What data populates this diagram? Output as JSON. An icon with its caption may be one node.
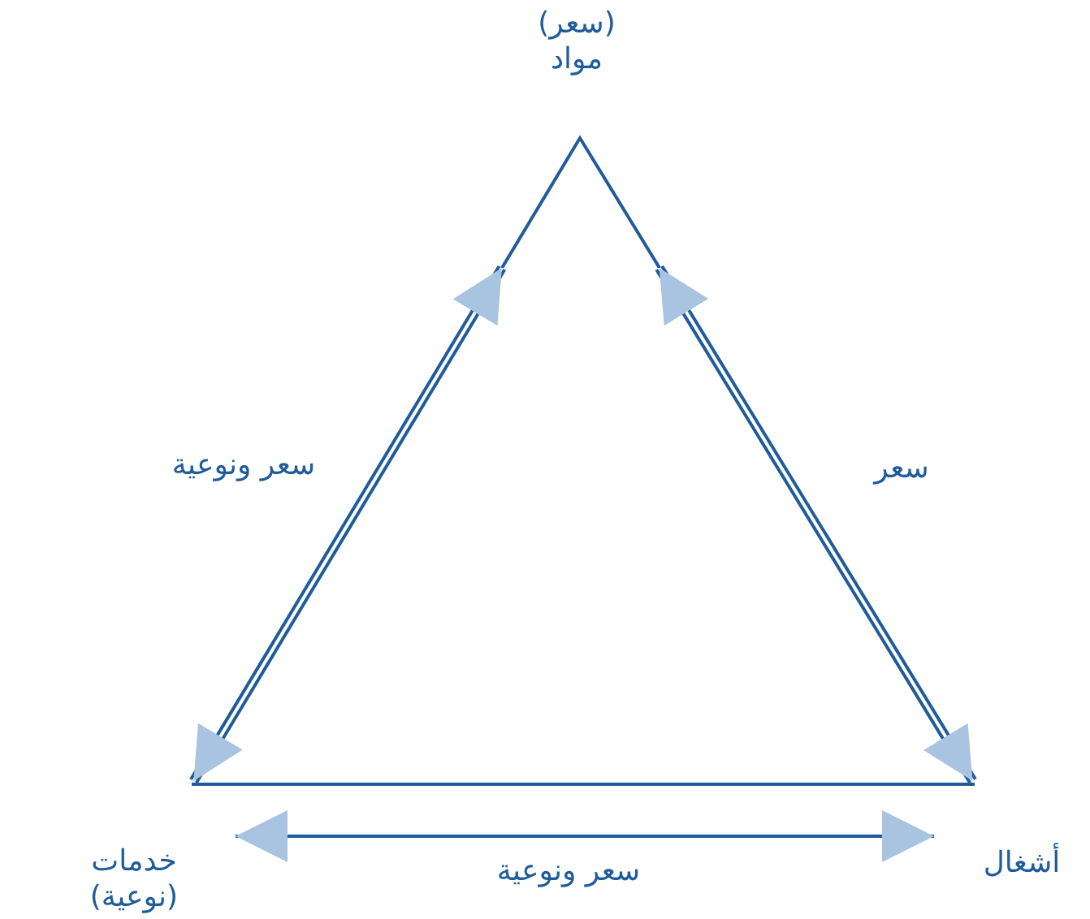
{
  "diagram": {
    "nodes": [
      {
        "text": [
          "(سعر)",
          "مواد"
        ]
      },
      {
        "text": [
          "خدمات",
          "(نوعية)"
        ]
      },
      {
        "text": [
          "أشغال"
        ]
      }
    ],
    "edges": [
      {
        "from": 0,
        "to": 1,
        "arrow": "both",
        "label": "سعر ونوعية",
        "style": "thick"
      },
      {
        "from": 0,
        "to": 2,
        "arrow": "both",
        "label": "سعر",
        "style": "thick"
      },
      {
        "from": 1,
        "to": 2,
        "arrow": "both",
        "label": "سعر ونوعية"
      },
      {
        "from": 1,
        "to": 2,
        "arrow": "none"
      }
    ]
  }
}
